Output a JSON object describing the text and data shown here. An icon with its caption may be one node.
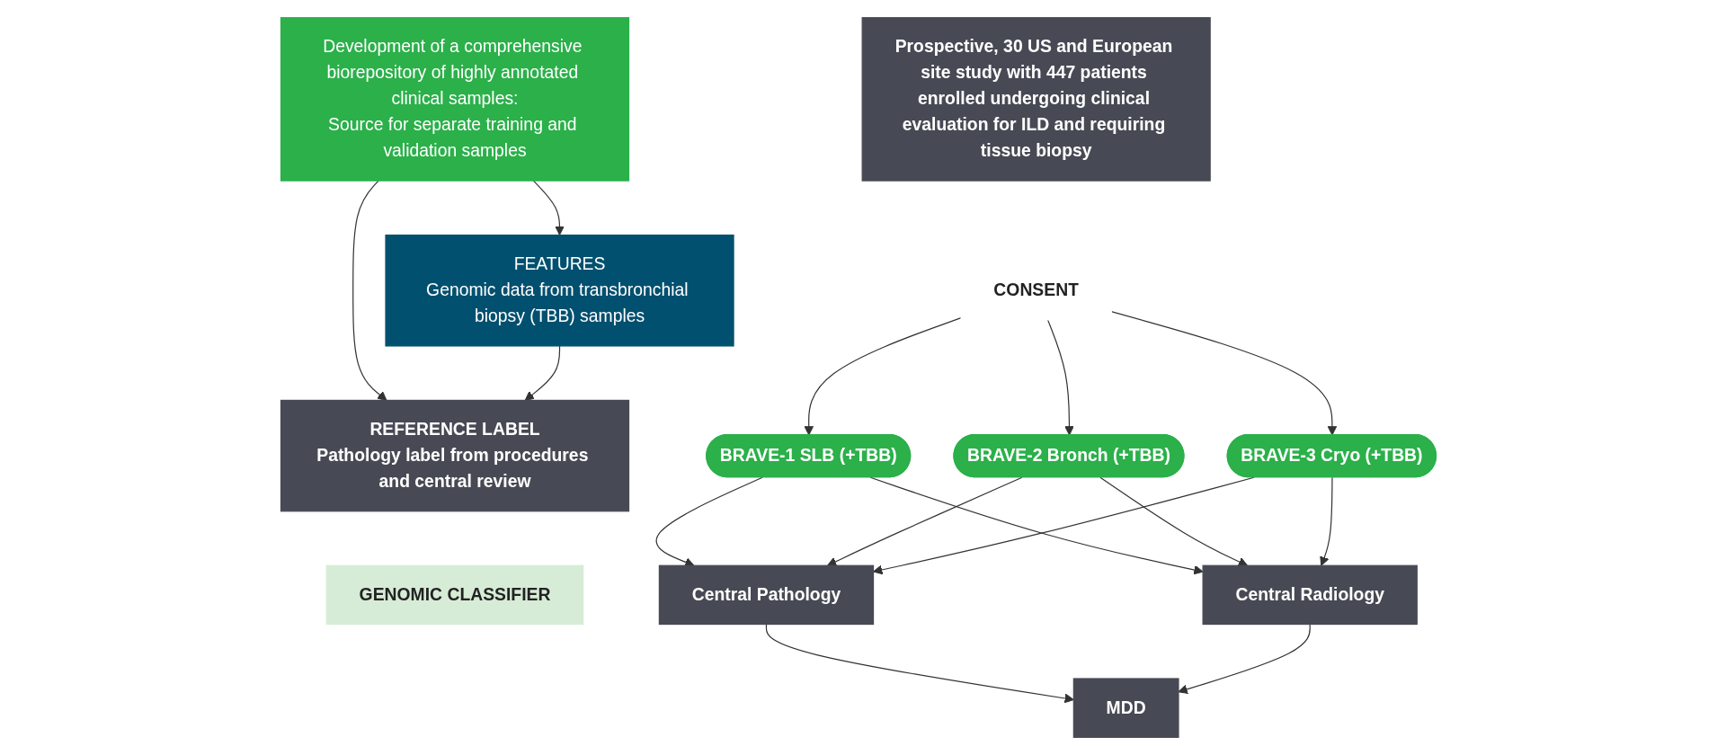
{
  "diagram": {
    "nodes": [
      {
        "text": [
          "Development of a comprehensive biorepository of highly annotated clinical samples:",
          "Source for separate training and validation samples"
        ]
      },
      {
        "text": [
          "REFERENCE LABEL",
          "Pathology label from procedures and central review"
        ]
      },
      {
        "text": [
          "FEATURES",
          "Genomic data from transbronchial biopsy (TBB) samples"
        ]
      },
      {
        "text": [
          "GENOMIC CLASSIFIER"
        ]
      },
      {
        "text": [
          "Prospective, 30 US and European site study with 447 patients enrolled undergoing clinical evaluation for ILD and requiring tissue biopsy"
        ]
      },
      {
        "text": [
          "CONSENT"
        ]
      },
      {
        "text": [
          "BRAVE-1 SLB (+TBB)"
        ]
      },
      {
        "text": [
          "BRAVE-2 Bronch (+TBB)"
        ]
      },
      {
        "text": [
          "BRAVE-3 Cryo (+TBB)"
        ]
      },
      {
        "text": [
          "Central Pathology"
        ]
      },
      {
        "text": [
          "Central Radiology"
        ]
      },
      {
        "text": [
          "MDD"
        ]
      }
    ],
    "edges": [
      {
        "from": 0,
        "to": 1,
        "arrow": "to"
      },
      {
        "from": 0,
        "to": 2,
        "arrow": "to"
      },
      {
        "from": 2,
        "to": 1,
        "arrow": "to"
      },
      {
        "from": 5,
        "to": 6,
        "arrow": "to"
      },
      {
        "from": 5,
        "to": 7,
        "arrow": "to"
      },
      {
        "from": 5,
        "to": 8,
        "arrow": "to"
      },
      {
        "from": 6,
        "to": 9,
        "arrow": "to"
      },
      {
        "from": 6,
        "to": 10,
        "arrow": "to"
      },
      {
        "from": 7,
        "to": 9,
        "arrow": "to"
      },
      {
        "from": 7,
        "to": 10,
        "arrow": "to"
      },
      {
        "from": 8,
        "to": 9,
        "arrow": "to"
      },
      {
        "from": 8,
        "to": 10,
        "arrow": "to"
      },
      {
        "from": 9,
        "to": 11,
        "arrow": "to"
      },
      {
        "from": 10,
        "to": 11,
        "arrow": "to"
      }
    ]
  }
}
